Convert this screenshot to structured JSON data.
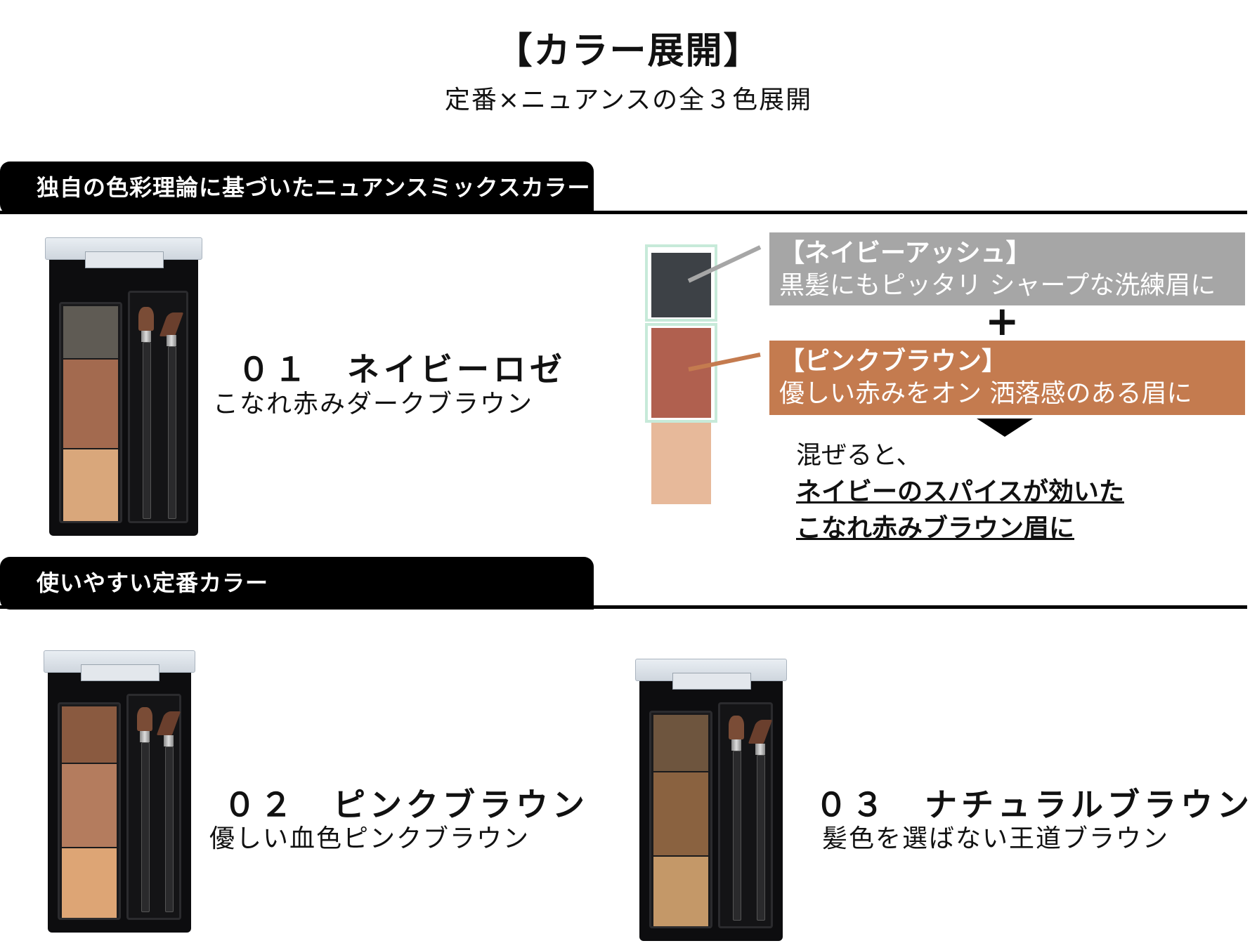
{
  "header": {
    "title": "【カラー展開】",
    "subtitle": "定番×ニュアンスの全３色展開"
  },
  "sections": [
    {
      "label": "独自の色彩理論に基づいたニュアンスミックスカラー"
    },
    {
      "label": "使いやすい定番カラー"
    }
  ],
  "products": [
    {
      "number_name": "０１　ネイビーロゼ",
      "description": "こなれ赤みダークブラウン",
      "pans": [
        "#5f5b54",
        "#a36a4f",
        "#d9a77b"
      ]
    },
    {
      "number_name": "０２　ピンクブラウン",
      "description": "優しい血色ピンクブラウン",
      "pans": [
        "#8a5a40",
        "#b47c5e",
        "#dda575"
      ]
    },
    {
      "number_name": "０３　ナチュラルブラウン",
      "description": "髪色を選ばない王道ブラウン",
      "pans": [
        "#6e553e",
        "#8a6240",
        "#c49868"
      ]
    }
  ],
  "mix": {
    "swatches": [
      "#3d4146",
      "#b0604f",
      "#e7b99a"
    ],
    "navy_label": {
      "title": "【ネイビーアッシュ】",
      "text": "黒髪にもピッタリ  シャープな洗練眉に",
      "color": "#a6a6a6"
    },
    "plus": "+",
    "pink_label": {
      "title": "【ピンクブラウン】",
      "text": "優しい赤みをオン  洒落感のある眉に",
      "color": "#c47b4f"
    },
    "result_intro": "混ぜると、",
    "result_line1": "ネイビーのスパイスが効いた",
    "result_line2": "こなれ赤みブラウン眉に"
  }
}
